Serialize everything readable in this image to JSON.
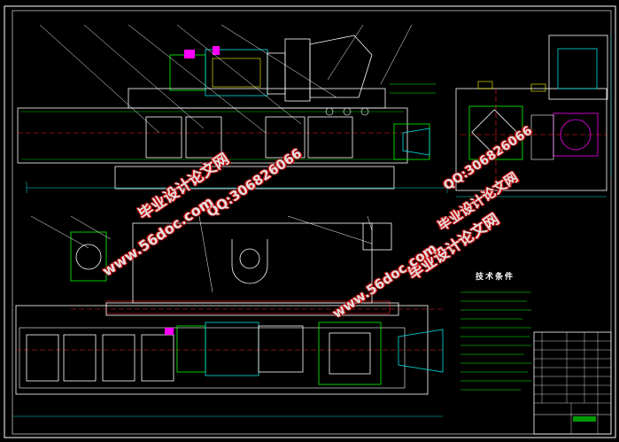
{
  "drawing": {
    "technical_requirements_title": "技术条件"
  },
  "watermarks": {
    "site_name_1": "毕业设计论文网",
    "qq_1": "QQ:306826066",
    "domain_1": "www.56doc.com",
    "qq_2": "QQ:306826066",
    "site_name_2": "毕业设计论文网",
    "domain_2": "www.56doc.com",
    "site_name_3": "毕业设计论文网"
  },
  "colors": {
    "background": "#000000",
    "outline": "#ffffff",
    "part_lines": "#00ff00",
    "centerline": "#ff2020",
    "dimension": "#00e0e0",
    "watermark_text": "#e0e0e0",
    "watermark_outline": "#d01010"
  }
}
